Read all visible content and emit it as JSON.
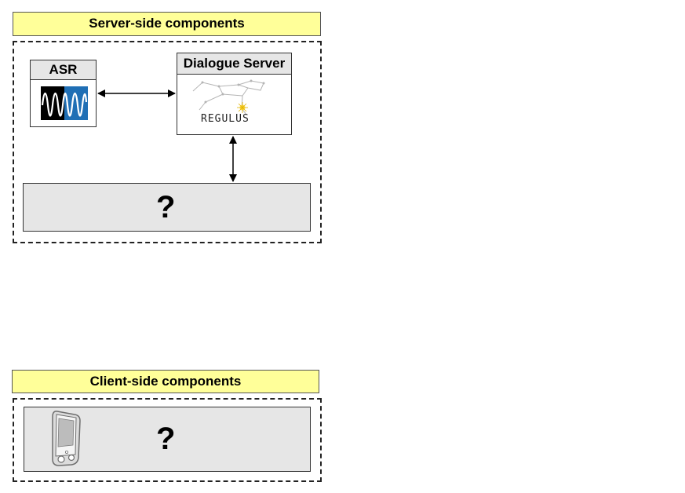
{
  "server": {
    "title": "Server-side components",
    "asr": {
      "title": "ASR",
      "icon": "waveform-icon"
    },
    "dialogue_server": {
      "title": "Dialogue Server",
      "logo_text": "REGULUS",
      "icon": "constellation-logo"
    },
    "unknown_component": {
      "label": "?"
    }
  },
  "client": {
    "title": "Client-side components",
    "unknown_component": {
      "label": "?"
    },
    "device_icon": "handheld-device-icon"
  },
  "colors": {
    "banner": "#ffff99",
    "box_fill": "#e6e6e6",
    "asr_wave_left": "#000000",
    "asr_wave_right": "#1f6fb5"
  }
}
